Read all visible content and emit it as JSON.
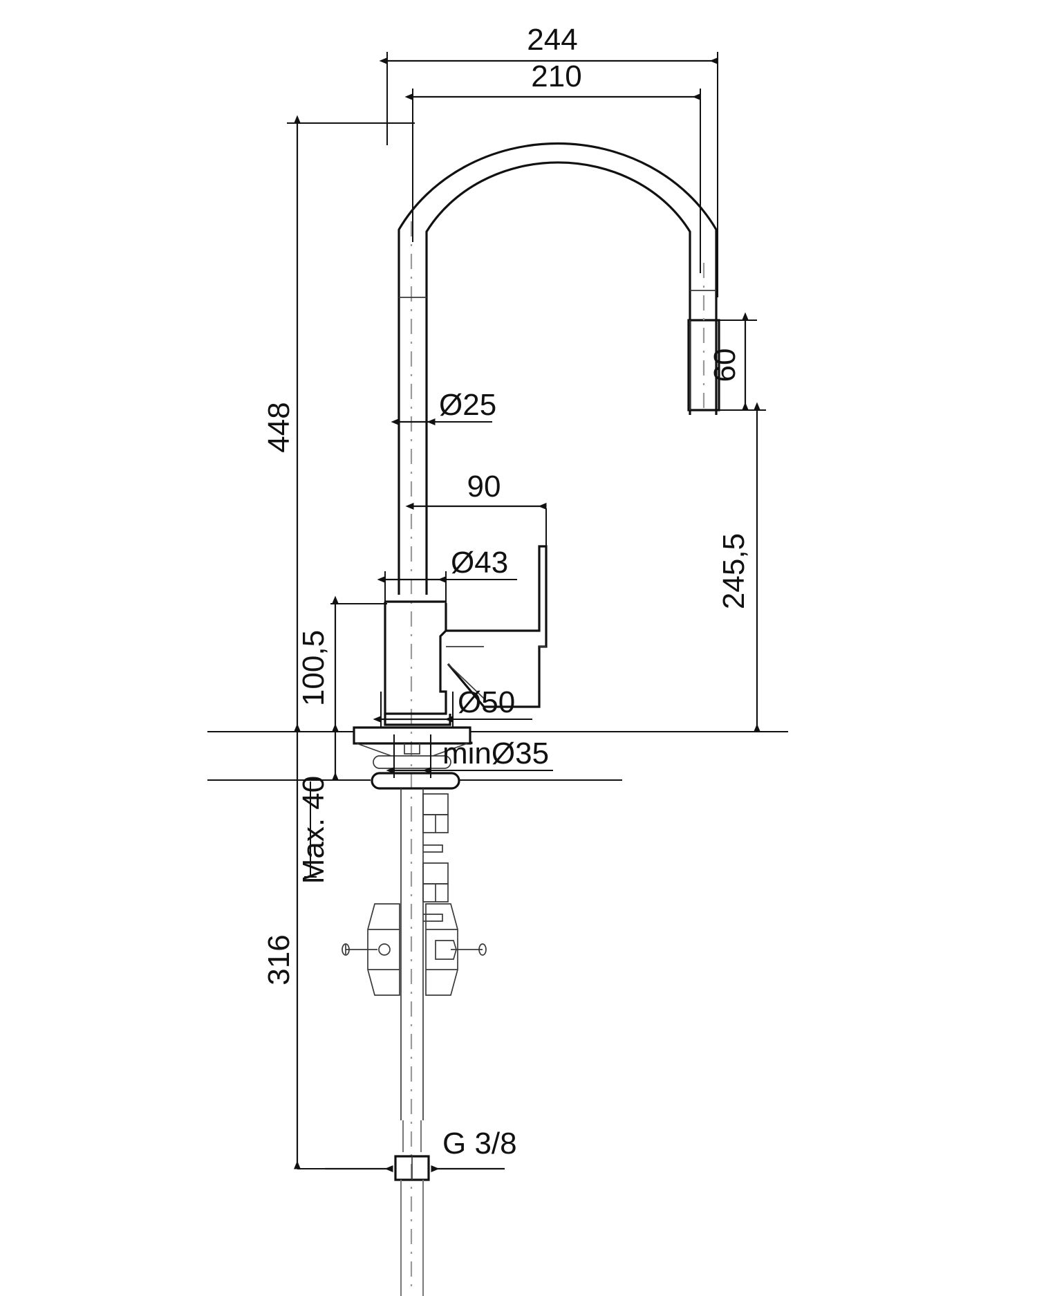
{
  "document": {
    "type": "technical-drawing",
    "subject": "Pull-down kitchen mixer tap — dimensioned side elevation",
    "units": "mm",
    "line_color": "#111111",
    "centerline_color": "#9a9a9a",
    "background": "#ffffff"
  },
  "dimensions": {
    "overall_reach": {
      "label": "244",
      "orientation": "horizontal",
      "position": "top",
      "description": "Overall spout reach from body centerline reference to outer spout face"
    },
    "spout_reach": {
      "label": "210",
      "orientation": "horizontal",
      "position": "top-second",
      "description": "Spout outlet centre reach"
    },
    "overall_height": {
      "label": "448",
      "orientation": "vertical",
      "position": "left",
      "description": "Overall height above mounting deck"
    },
    "spout_tube_diameter": {
      "label": "Ø25",
      "orientation": "horizontal",
      "description": "Spout tube outside diameter"
    },
    "handle_offset": {
      "label": "90",
      "orientation": "horizontal",
      "description": "Lever handle projection from centreline"
    },
    "body_diameter": {
      "label": "Ø43",
      "orientation": "horizontal",
      "description": "Mixer body outside diameter"
    },
    "body_height": {
      "label": "100,5",
      "orientation": "vertical",
      "description": "Height of body from deck to spout tube shoulder"
    },
    "base_diameter": {
      "label": "Ø50",
      "orientation": "horizontal",
      "description": "Base / escutcheon outside diameter"
    },
    "min_hole_diameter": {
      "label": "minØ35",
      "orientation": "horizontal",
      "description": "Minimum worktop cut-out hole diameter"
    },
    "max_deck_thickness": {
      "label": "Max. 40",
      "orientation": "vertical",
      "description": "Maximum worktop / deck thickness"
    },
    "outlet_sleeve": {
      "label": "60",
      "orientation": "vertical",
      "position": "right",
      "description": "Pull-down spray head sleeve length"
    },
    "outlet_height": {
      "label": "245,5",
      "orientation": "vertical",
      "position": "right",
      "description": "Height of spout outlet above deck"
    },
    "tail_length": {
      "label": "316",
      "orientation": "vertical",
      "position": "left-lower",
      "description": "Length of supply tail below the deck to connector"
    },
    "connection_thread": {
      "label": "G 3/8",
      "orientation": "leader",
      "description": "Supply hose connection thread size"
    }
  },
  "labels_in_reading_order": [
    "244",
    "210",
    "448",
    "Ø25",
    "60",
    "90",
    "Ø43",
    "245,5",
    "100,5",
    "Ø50",
    "minØ35",
    "Max. 40",
    "316",
    "G 3/8"
  ],
  "components": [
    {
      "name": "gooseneck-spout",
      "description": "C-shaped gooseneck spout tube"
    },
    {
      "name": "pull-down-spray-head",
      "description": "Removable pull-down spray outlet sleeve"
    },
    {
      "name": "mixer-body",
      "description": "Cylindrical mixer body"
    },
    {
      "name": "lever-handle",
      "description": "Single side lever handle"
    },
    {
      "name": "base-escutcheon",
      "description": "Base plate seated on worktop"
    },
    {
      "name": "mounting-shank",
      "description": "Threaded shank with washers and nuts"
    },
    {
      "name": "hose-weight",
      "description": "Pull-down hose counterweight"
    },
    {
      "name": "supply-hose",
      "description": "Flexible supply hose with G 3/8 connector"
    }
  ]
}
